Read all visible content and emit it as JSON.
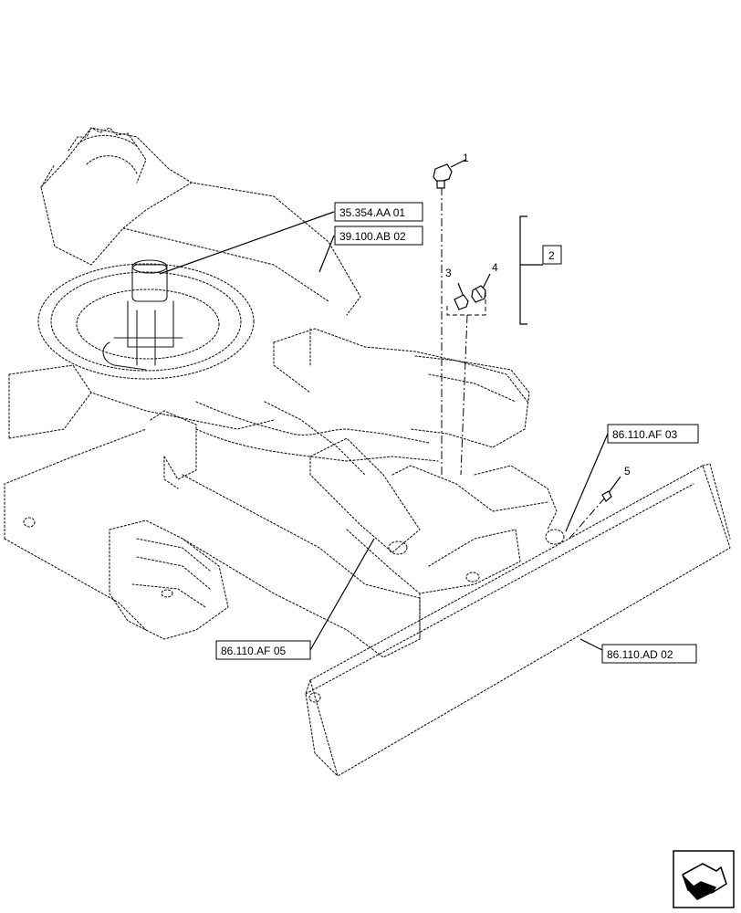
{
  "references": {
    "ref_35354": "35.354.AA 01",
    "ref_39100": "39.100.AB 02",
    "ref_86110_af03": "86.110.AF 03",
    "ref_86110_af05": "86.110.AF 05",
    "ref_86110_ad02": "86.110.AD 02"
  },
  "callouts": {
    "item1": "1",
    "item2": "2",
    "item3": "3",
    "item4": "4",
    "item5": "5"
  },
  "icons": {
    "nav_arrow": "next-page-arrow-icon"
  }
}
